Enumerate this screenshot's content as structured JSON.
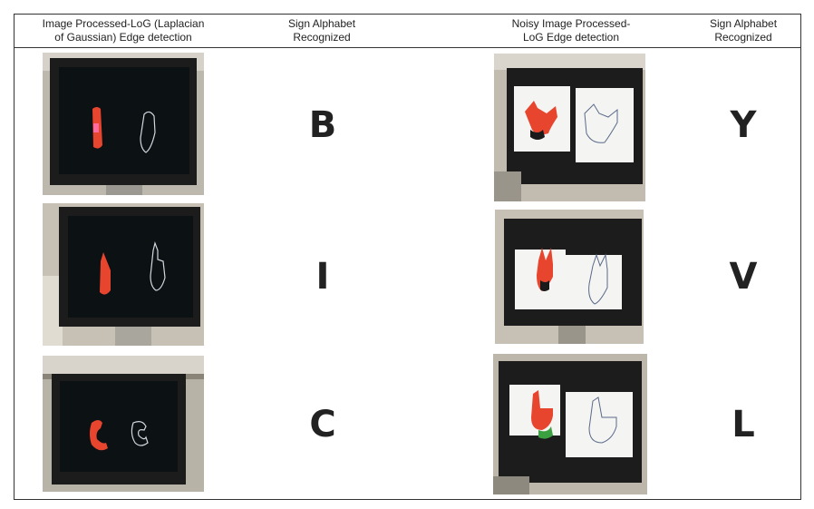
{
  "table": {
    "headers": {
      "col1": [
        "Image Processed-LoG (Laplacian",
        "of Gaussian) Edge detection"
      ],
      "col2": [
        "Sign Alphabet",
        "Recognized"
      ],
      "col3": [
        "Noisy Image Processed-",
        "LoG Edge detection"
      ],
      "col4": [
        "Sign Alphabet",
        "Recognized"
      ]
    },
    "rows": [
      {
        "left_letter": "B",
        "right_letter": "Y"
      },
      {
        "left_letter": "I",
        "right_letter": "V"
      },
      {
        "left_letter": "C",
        "right_letter": "L"
      }
    ]
  },
  "colors": {
    "monitor": "#1a1a1a",
    "screen": "#0d1214",
    "hand_red": "#e8452f",
    "room": "#c9c2b6",
    "white_panel": "#f4f4f2"
  }
}
